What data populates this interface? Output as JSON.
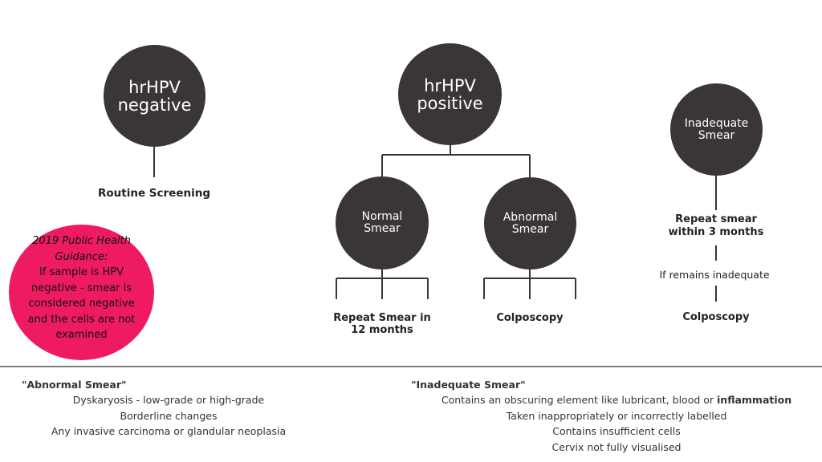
{
  "nodes": {
    "hrhpv_negative": [
      "hrHPV",
      "negative"
    ],
    "hrhpv_positive": [
      "hrHPV",
      "positive"
    ],
    "inadequate": [
      "Inadequate",
      "Smear"
    ],
    "normal": [
      "Normal",
      "Smear"
    ],
    "abnormal": [
      "Abnormal",
      "Smear"
    ]
  },
  "outcomes": {
    "routine": "Routine Screening",
    "repeat_12": [
      "Repeat Smear in",
      "12 months"
    ],
    "colposcopy_abnormal": "Colposcopy",
    "repeat_3": [
      "Repeat smear",
      "within 3 months"
    ],
    "if_remains": "If remains inadequate",
    "colposcopy_inadequate": "Colposcopy"
  },
  "guidance": {
    "title_lines": [
      "2019 Public Health",
      "Guidance:"
    ],
    "body_lines": [
      "If sample is HPV",
      "negative - smear is",
      "considered negative",
      "and the cells are not",
      "examined"
    ]
  },
  "definitions": {
    "abnormal": {
      "title": "\"Abnormal Smear\"",
      "items": [
        "Dyskaryosis - low-grade or high-grade",
        "Borderline changes",
        "Any invasive carcinoma or glandular neoplasia"
      ]
    },
    "inadequate": {
      "title": "\"Inadequate Smear\"",
      "item1_prefix": "Contains an obscuring element like lubricant, blood or ",
      "item1_bold": "inflammation",
      "items": [
        "Taken inappropriately or incorrectly labelled",
        "Contains insufficient cells",
        "Cervix not fully visualised"
      ]
    }
  },
  "colors": {
    "node": "#3a3538",
    "guidance": "#ee1a63",
    "divider": "#555555"
  }
}
